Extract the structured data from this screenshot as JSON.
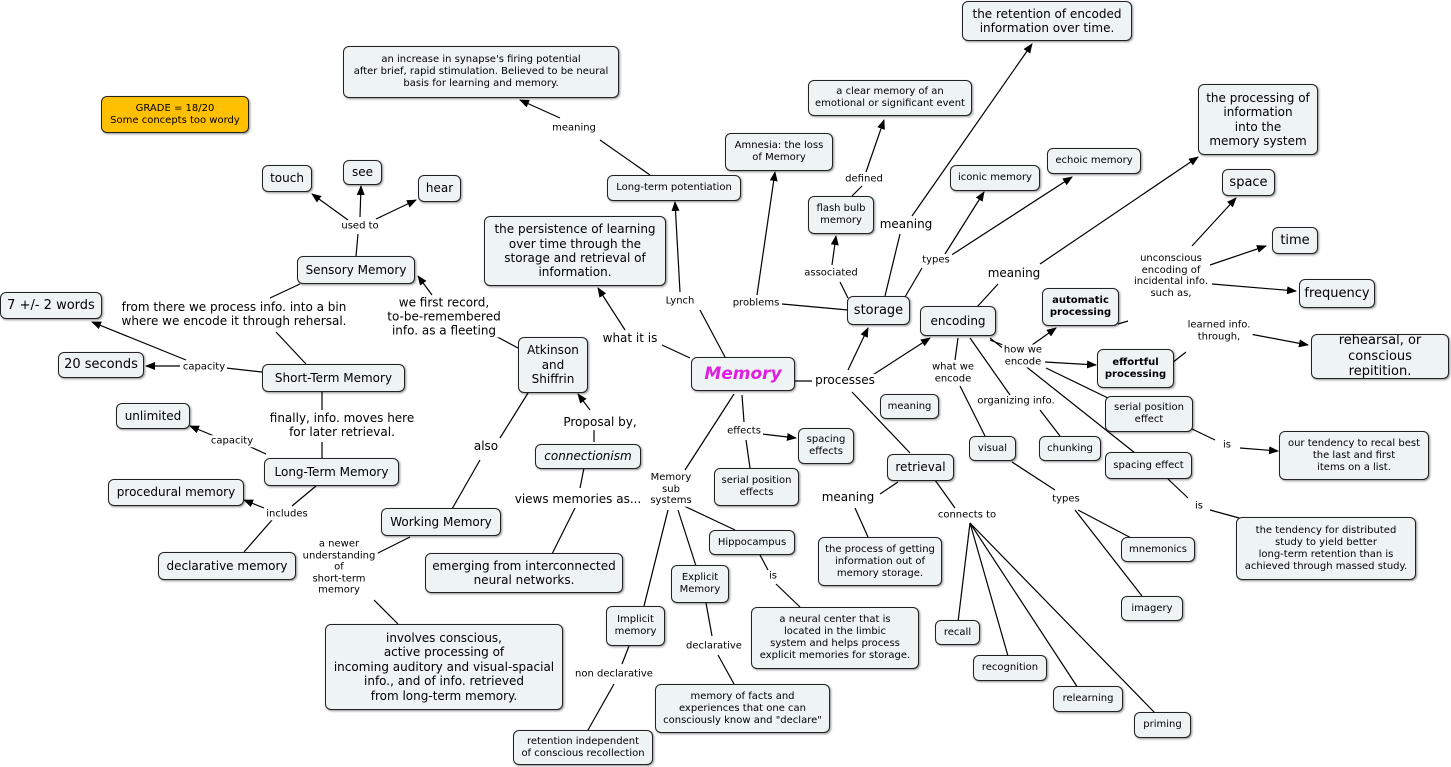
{
  "nodes": {
    "memory": "Memory",
    "grade": "GRADE = 18/20\nSome concepts too wordy",
    "ltp_def": "an increase in synapse's firing potential\nafter brief, rapid stimulation. Believed to be neural\nbasis for learning and memory.",
    "ltp": "Long-term potentiation",
    "persistence": "the persistence of learning\nover time through the\nstorage and retrieval of\ninformation.",
    "amnesia": "Amnesia: the loss\nof Memory",
    "clear_memory": "a clear memory of an\nemotional or significant event",
    "flashbulb": "flash bulb\nmemory",
    "retention_def": "the retention of encoded\ninformation over time.",
    "iconic": "iconic memory",
    "echoic": "echoic memory",
    "processing_def": "the processing of\ninformation\ninto the\nmemory system",
    "space": "space",
    "time": "time",
    "frequency": "frequency",
    "storage": "storage",
    "encoding": "encoding",
    "automatic": "automatic\nprocessing",
    "effortful": "effortful\nprocessing",
    "rehearsal": "rehearsal, or\nconscious repitition.",
    "serial_enc": "serial position\neffect",
    "serial_def": "our tendency to recal best\nthe last and first\nitems on a list.",
    "spacing_enc": "spacing effect",
    "spacing_def": "the tendency for distributed\nstudy to yield better\nlong-term retention than is\nachieved through massed study.",
    "touch": "touch",
    "see": "see",
    "hear": "hear",
    "sensory": "Sensory Memory",
    "seven": "7 +/- 2 words",
    "twenty": "20 seconds",
    "stm": "Short-Term Memory",
    "unlimited": "unlimited",
    "ltm": "Long-Term Memory",
    "procedural": "procedural memory",
    "declarative": "declarative memory",
    "atkinson": "Atkinson\nand\nShiffrin",
    "working": "Working Memory",
    "connectionism": "connectionism",
    "emerging": "emerging from interconnected\nneural networks.",
    "involves": "involves conscious,\nactive processing of\nincoming auditory and visual-spacial\ninfo., and of info. retrieved\nfrom long-term memory.",
    "spacing_effects": "spacing\neffects",
    "serial_effects": "serial position\neffects",
    "hippocampus": "Hippocampus",
    "neural_center": "a neural center that is\nlocated in the limbic\nsystem and helps process\nexplicit memories for storage.",
    "explicit": "Explicit\nMemory",
    "implicit": "Implicit\nmemory",
    "facts": "memory of facts and\nexperiences that one can\nconsciously know and \"declare\"",
    "retention_ind": "retention independent\nof conscious recollection",
    "retrieval": "retrieval",
    "getting_info": "the process of getting\ninformation out of\nmemory storage.",
    "meaning_node": "meaning",
    "visual": "visual",
    "chunking": "chunking",
    "mnemonics": "mnemonics",
    "imagery": "imagery",
    "recall": "recall",
    "recognition": "recognition",
    "relearning": "relearning",
    "priming": "priming"
  },
  "labels": {
    "meaning_ltp": "meaning",
    "lynch": "Lynch",
    "what_it_is": "what it is",
    "problems": "problems",
    "associated": "associated",
    "defined": "defined",
    "meaning_storage": "meaning",
    "types_storage": "types",
    "meaning_encoding": "meaning",
    "unconscious": "unconscious\nencoding of\nincidental info.\nsuch as,",
    "learned": "learned info.\nthrough,",
    "how_we_encode": "how we\nencode",
    "what_we_encode": "what we\nencode",
    "organizing": "organizing info.",
    "is_serial": "is",
    "is_spacing": "is",
    "used_to": "used to",
    "from_there": "from there we process info. into a bin\nwhere we encode it through rehersal.",
    "we_first": "we first record,\nto-be-remembered\ninfo. as a fleeting",
    "capacity_stm": "capacity",
    "finally": "finally, info. moves here\nfor later retrieval.",
    "capacity_ltm": "capacity",
    "includes": "includes",
    "also": "also",
    "proposal": "Proposal by,",
    "views": "views memories as...",
    "newer": "a newer\nunderstanding\nof\nshort-term\nmemory",
    "effects": "effects",
    "sub_systems": "Memory\nsub\nsystems",
    "is_hippo": "is",
    "declarative_lab": "declarative",
    "non_declarative": "non declarative",
    "processes": "processes",
    "meaning_retrieval": "meaning",
    "connects_to": "connects to",
    "types_visual": "types"
  }
}
